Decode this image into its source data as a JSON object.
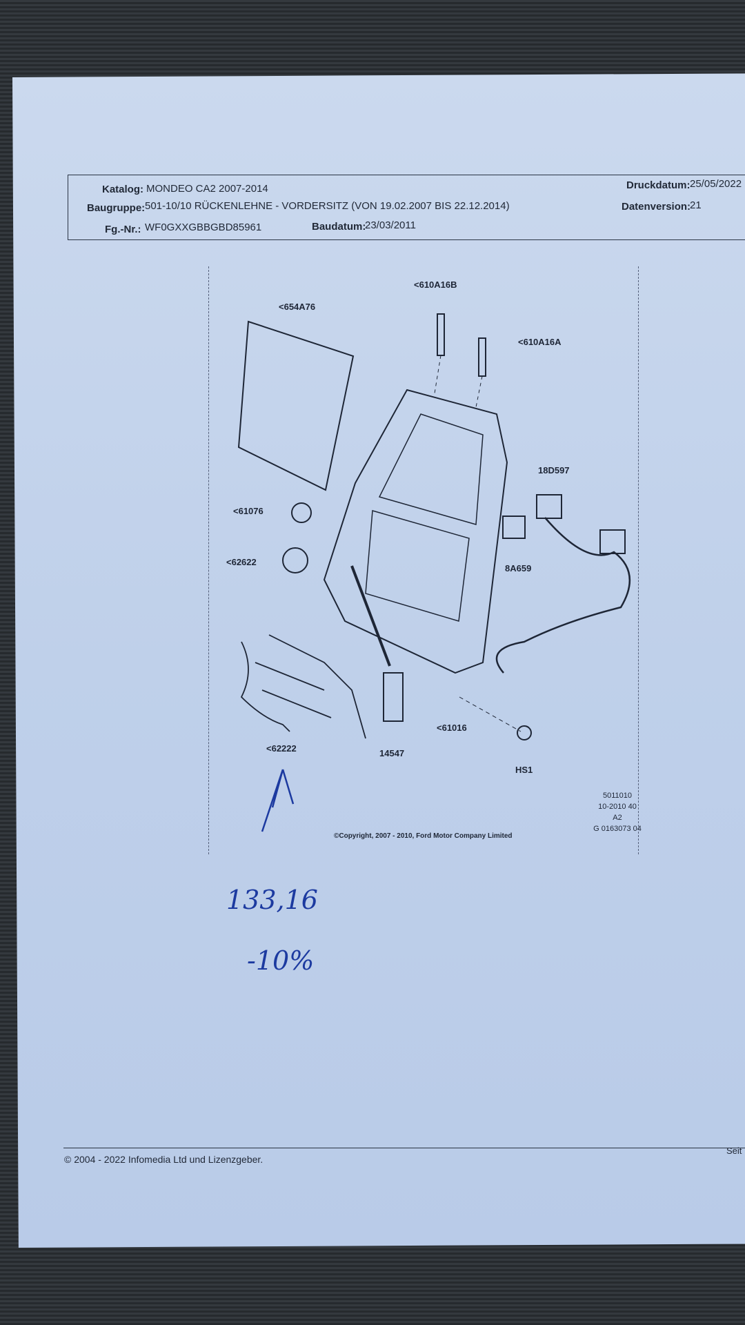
{
  "header": {
    "katalog_label": "Katalog:",
    "katalog": "MONDEO CA2 2007-2014",
    "baugruppe_label": "Baugruppe:",
    "baugruppe": "501-10/10 RÜCKENLEHNE - VORDERSITZ (VON 19.02.2007 BIS 22.12.2014)",
    "fgnr_label": "Fg.-Nr.:",
    "fgnr": "WF0GXXGBBGBD85961",
    "baudatum_label": "Baudatum:",
    "baudatum": "23/03/2011",
    "druckdatum_label": "Druckdatum:",
    "druckdatum": "25/05/2022",
    "datenversion_label": "Datenversion:",
    "datenversion": "21"
  },
  "diagram": {
    "parts": [
      "<654A76",
      "<610A16B",
      "<610A16A",
      "18D597",
      "<61076",
      "<62622",
      "8A659",
      "<61016",
      "14547",
      "<62222",
      "HS1"
    ],
    "code": [
      "5011010",
      "10-2010 40",
      "A2",
      "G 0163073 04"
    ],
    "copyright": "©Copyright, 2007 - 2010, Ford Motor Company Limited"
  },
  "handwriting": {
    "price": "133,16",
    "discount": "-10%"
  },
  "footer": {
    "copyright": "© 2004 - 2022 Infomedia Ltd und Lizenzgeber.",
    "page": "Seit"
  }
}
